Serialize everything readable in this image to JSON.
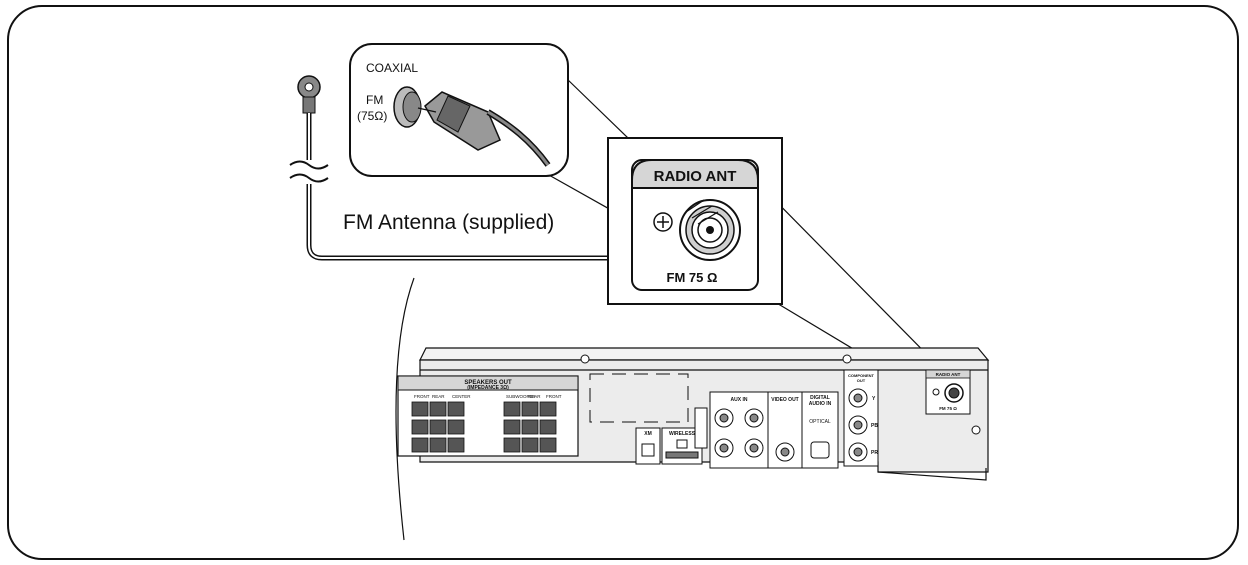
{
  "colors": {
    "ink": "#111111",
    "panel_fill": "#ececec",
    "inset_fill": "#dcdcdc",
    "background": "#ffffff"
  },
  "callout": {
    "coaxial_label": "COAXIAL",
    "fm_label": "FM",
    "ohm_label": "(75Ω)"
  },
  "antenna": {
    "label": "FM Antenna (supplied)"
  },
  "zoom_panel": {
    "title": "RADIO ANT",
    "jack_label": "FM 75 Ω"
  },
  "rear_panel": {
    "speakers_title": "SPEAKERS OUT",
    "speakers_impedance": "(IMPEDANCE 3Ω)",
    "speaker_labels": [
      "FRONT",
      "REAR",
      "CENTER",
      "SUBWOOFER",
      "REAR",
      "FRONT"
    ],
    "xm_label": "XM",
    "wireless_label": "WIRELESS",
    "aux_in_label": "AUX IN",
    "video_out_label": "VIDEO OUT",
    "digital_audio_label_1": "DIGITAL",
    "digital_audio_label_2": "AUDIO IN",
    "optical_label": "OPTICAL",
    "component_out_label_1": "COMPONENT",
    "component_out_label_2": "OUT",
    "component_jacks": [
      "Y",
      "PB",
      "PR"
    ],
    "radio_ant_small": "RADIO ANT",
    "fm_small": "FM 75 Ω"
  }
}
